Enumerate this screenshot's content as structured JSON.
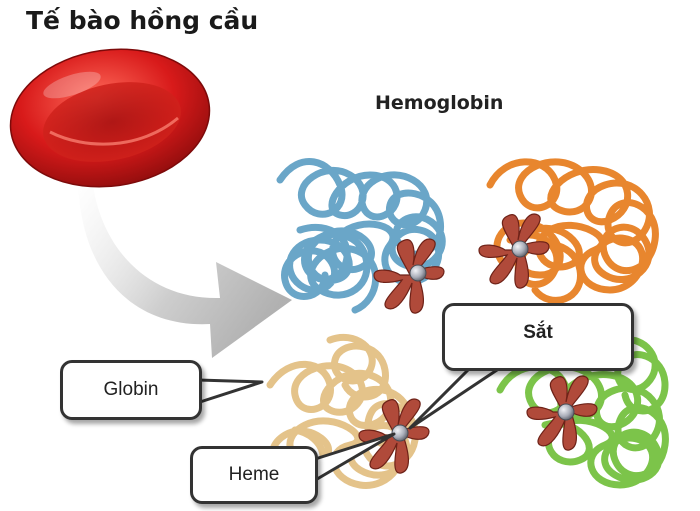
{
  "title": "Tế bào hồng cầu",
  "hemoglobin_label": "Hemoglobin",
  "callouts": {
    "globin": "Globin",
    "heme": "Heme",
    "sat": "Sắt"
  },
  "colors": {
    "rbc": "#d81a1a",
    "subunit_blue": "#6aa6c8",
    "subunit_orange": "#e8862e",
    "subunit_tan": "#e4c38a",
    "subunit_green": "#7cc44a",
    "heme": "#b04a3a",
    "iron": "#a9adb8"
  },
  "icons": [
    "red-blood-cell-icon",
    "arrow-icon",
    "heme-icon",
    "iron-atom-icon"
  ]
}
